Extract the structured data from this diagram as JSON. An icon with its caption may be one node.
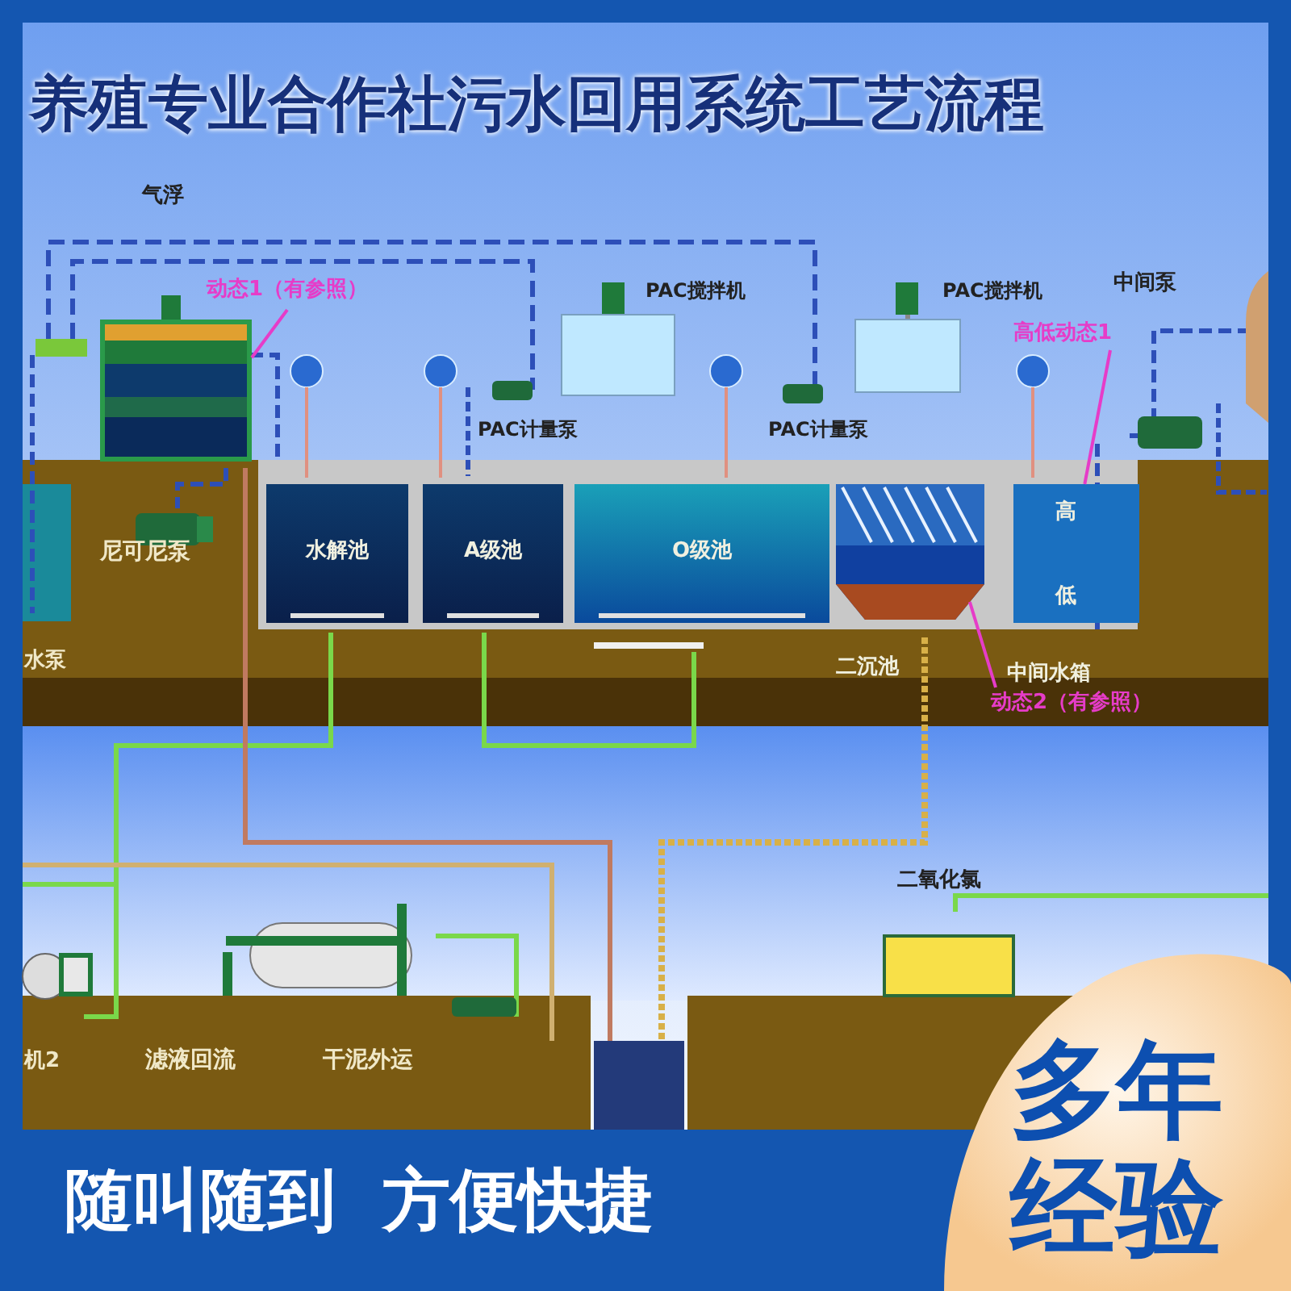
{
  "diagram": {
    "title": "养殖专业合作社污水回用系统工艺流程",
    "nodes": [
      {
        "text": [],
        "shape": "picture"
      },
      {
        "text": [
          "动态1（有参照）"
        ]
      },
      {
        "text": [
          "水解池"
        ]
      },
      {
        "text": [
          "A级池"
        ]
      },
      {
        "text": [
          "O级池"
        ]
      },
      {
        "text": [
          "二沉池"
        ]
      },
      {
        "text": [
          "高",
          "低",
          "中间水箱"
        ]
      },
      {
        "text": [
          "高低动态1"
        ]
      },
      {
        "text": [
          "动态2（有参照）"
        ]
      }
    ],
    "edges": [
      {
        "from": 1,
        "to": 0,
        "arrow": "none"
      },
      {
        "from": 7,
        "to": 6,
        "arrow": "none"
      },
      {
        "from": 8,
        "to": 5,
        "arrow": "none"
      }
    ],
    "labels": [
      "气浮",
      "PAC搅拌机",
      "PAC搅拌机",
      "中间泵",
      "PAC计量泵",
      "PAC计量泵",
      "尼可尼泵",
      "水泵",
      "二氧化氯",
      "机2",
      "滤液回流",
      "干泥外运",
      "随叫随到  方便快捷",
      "多年经验"
    ]
  }
}
